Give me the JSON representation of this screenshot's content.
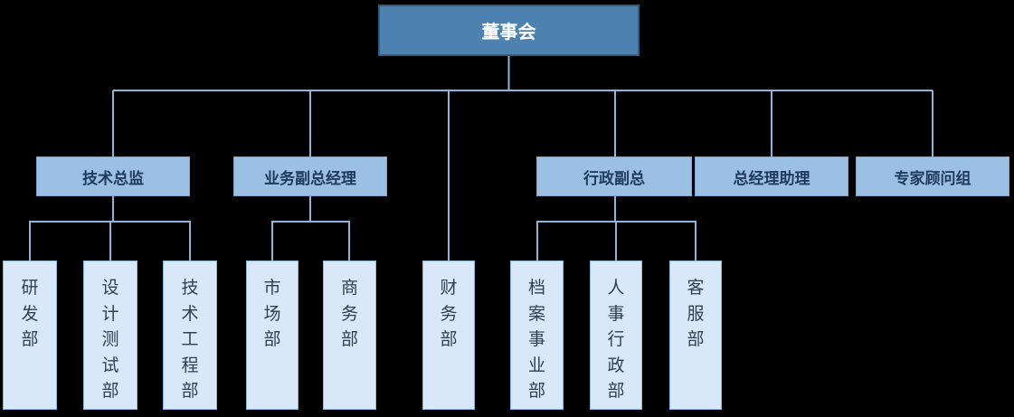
{
  "colors": {
    "canvas_bg": "#000000",
    "level1_fill": "#4d82b0",
    "level1_border": "#35597a",
    "level1_text": "#ffffff",
    "level2_fill": "#9cc0e4",
    "level2_border": "#7fa6cf",
    "level2_text": "#1f3a5c",
    "level3_fill": "#d9e8f8",
    "level3_border": "#8db6e0",
    "level3_text": "#2f4050",
    "connector": "#8fb4d6"
  },
  "org": {
    "root": {
      "label": "董事会"
    },
    "level2": [
      {
        "label": "技术总监",
        "parent": "董事会"
      },
      {
        "label": "业务副总经理",
        "parent": "董事会"
      },
      {
        "label": "行政副总",
        "parent": "董事会"
      },
      {
        "label": "总经理助理",
        "parent": "董事会"
      },
      {
        "label": "专家顾问组",
        "parent": "董事会"
      }
    ],
    "level3": [
      {
        "label": "研发部",
        "parent": "技术总监"
      },
      {
        "label": "设计测试部",
        "parent": "技术总监"
      },
      {
        "label": "技术工程部",
        "parent": "技术总监"
      },
      {
        "label": "市场部",
        "parent": "业务副总经理"
      },
      {
        "label": "商务部",
        "parent": "业务副总经理"
      },
      {
        "label": "财务部",
        "parent": "董事会"
      },
      {
        "label": "档案事业部",
        "parent": "行政副总"
      },
      {
        "label": "人事行政部",
        "parent": "行政副总"
      },
      {
        "label": "客服部",
        "parent": "行政副总"
      }
    ]
  }
}
